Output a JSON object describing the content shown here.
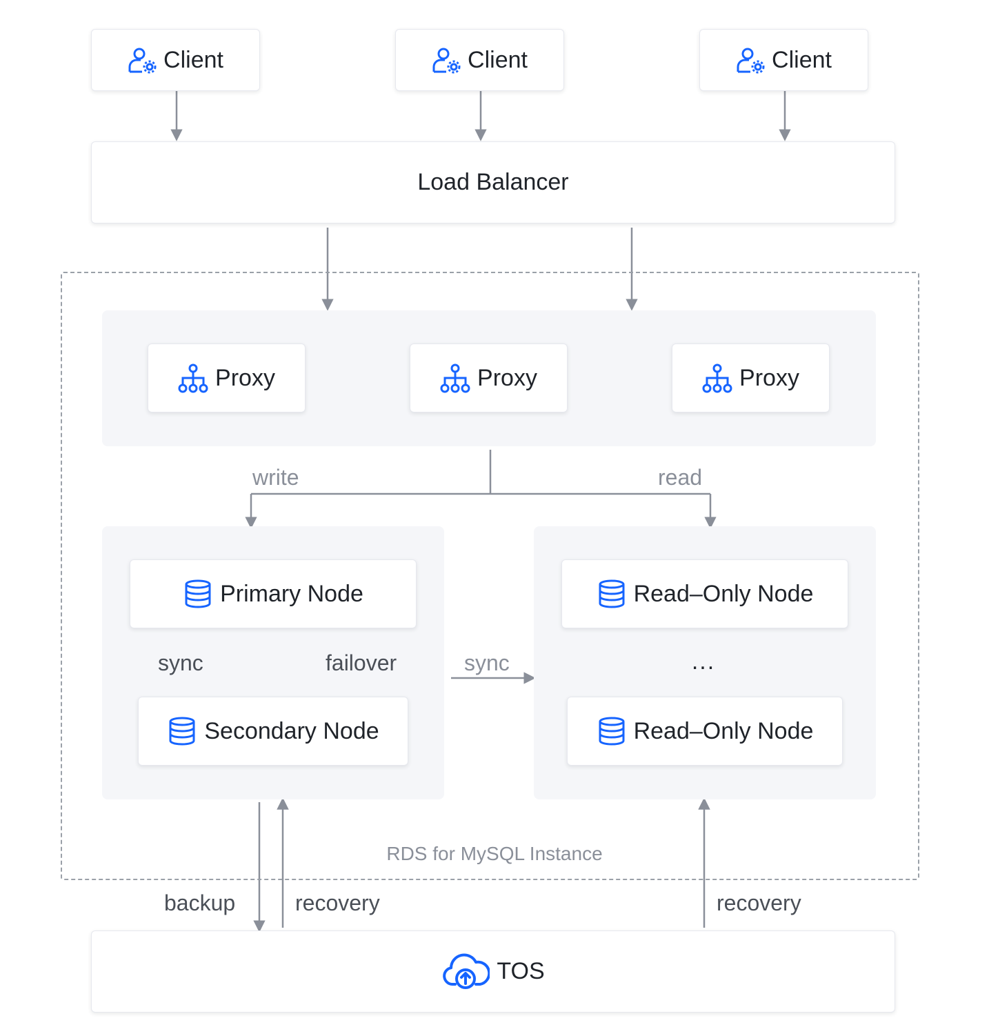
{
  "clients": [
    "Client",
    "Client",
    "Client"
  ],
  "load_balancer": "Load Balancer",
  "proxies": [
    "Proxy",
    "Proxy",
    "Proxy"
  ],
  "edges": {
    "write": "write",
    "read": "read",
    "sync_internal": "sync",
    "failover": "failover",
    "sync_cross": "sync",
    "backup": "backup",
    "recovery_left": "recovery",
    "recovery_right": "recovery"
  },
  "primary_node": "Primary Node",
  "secondary_node": "Secondary Node",
  "readonly_nodes": [
    "Read–Only Node",
    "Read–Only Node"
  ],
  "readonly_ellipsis": "...",
  "instance_label": "RDS for MySQL Instance",
  "storage": "TOS",
  "colors": {
    "icon_blue": "#1664ff",
    "arrow_gray": "#8a8f99",
    "panel_bg": "#f5f6f9"
  },
  "icons": {
    "client": "user-gear-icon",
    "proxy": "network-tree-icon",
    "node": "database-icon",
    "storage": "cloud-upload-icon"
  }
}
